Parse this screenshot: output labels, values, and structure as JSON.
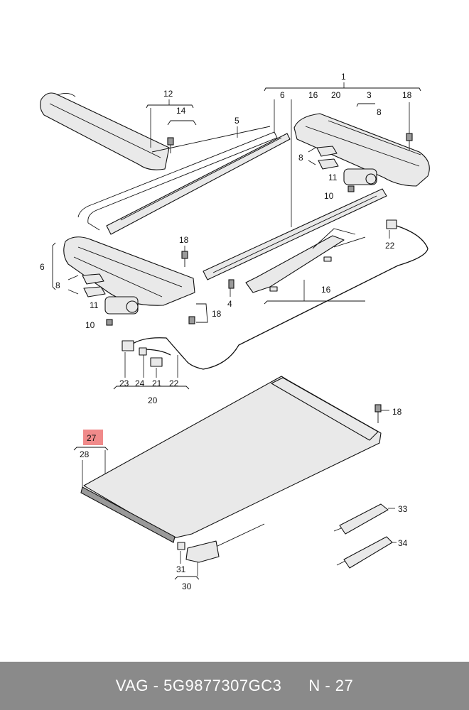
{
  "footer": {
    "brand": "VAG",
    "separator": " - ",
    "part_number": "5G9877307GC3",
    "position_label": "N - 27"
  },
  "highlight_color": "#f08a8a",
  "callouts": {
    "c1": "1",
    "c3": "3",
    "c4": "4",
    "c5": "5",
    "c6a": "6",
    "c6b": "6",
    "c8a": "8",
    "c8b": "8",
    "c8c": "8",
    "c10a": "10",
    "c10b": "10",
    "c11a": "11",
    "c11b": "11",
    "c12": "12",
    "c14": "14",
    "c16a": "16",
    "c16b": "16",
    "c18a": "18",
    "c18b": "18",
    "c18c": "18",
    "c18d": "18",
    "c20a": "20",
    "c20b": "20",
    "c21": "21",
    "c22a": "22",
    "c22b": "22",
    "c23": "23",
    "c24": "24",
    "c27": "27",
    "c28": "28",
    "c30": "30",
    "c31": "31",
    "c33": "33",
    "c34": "34"
  }
}
